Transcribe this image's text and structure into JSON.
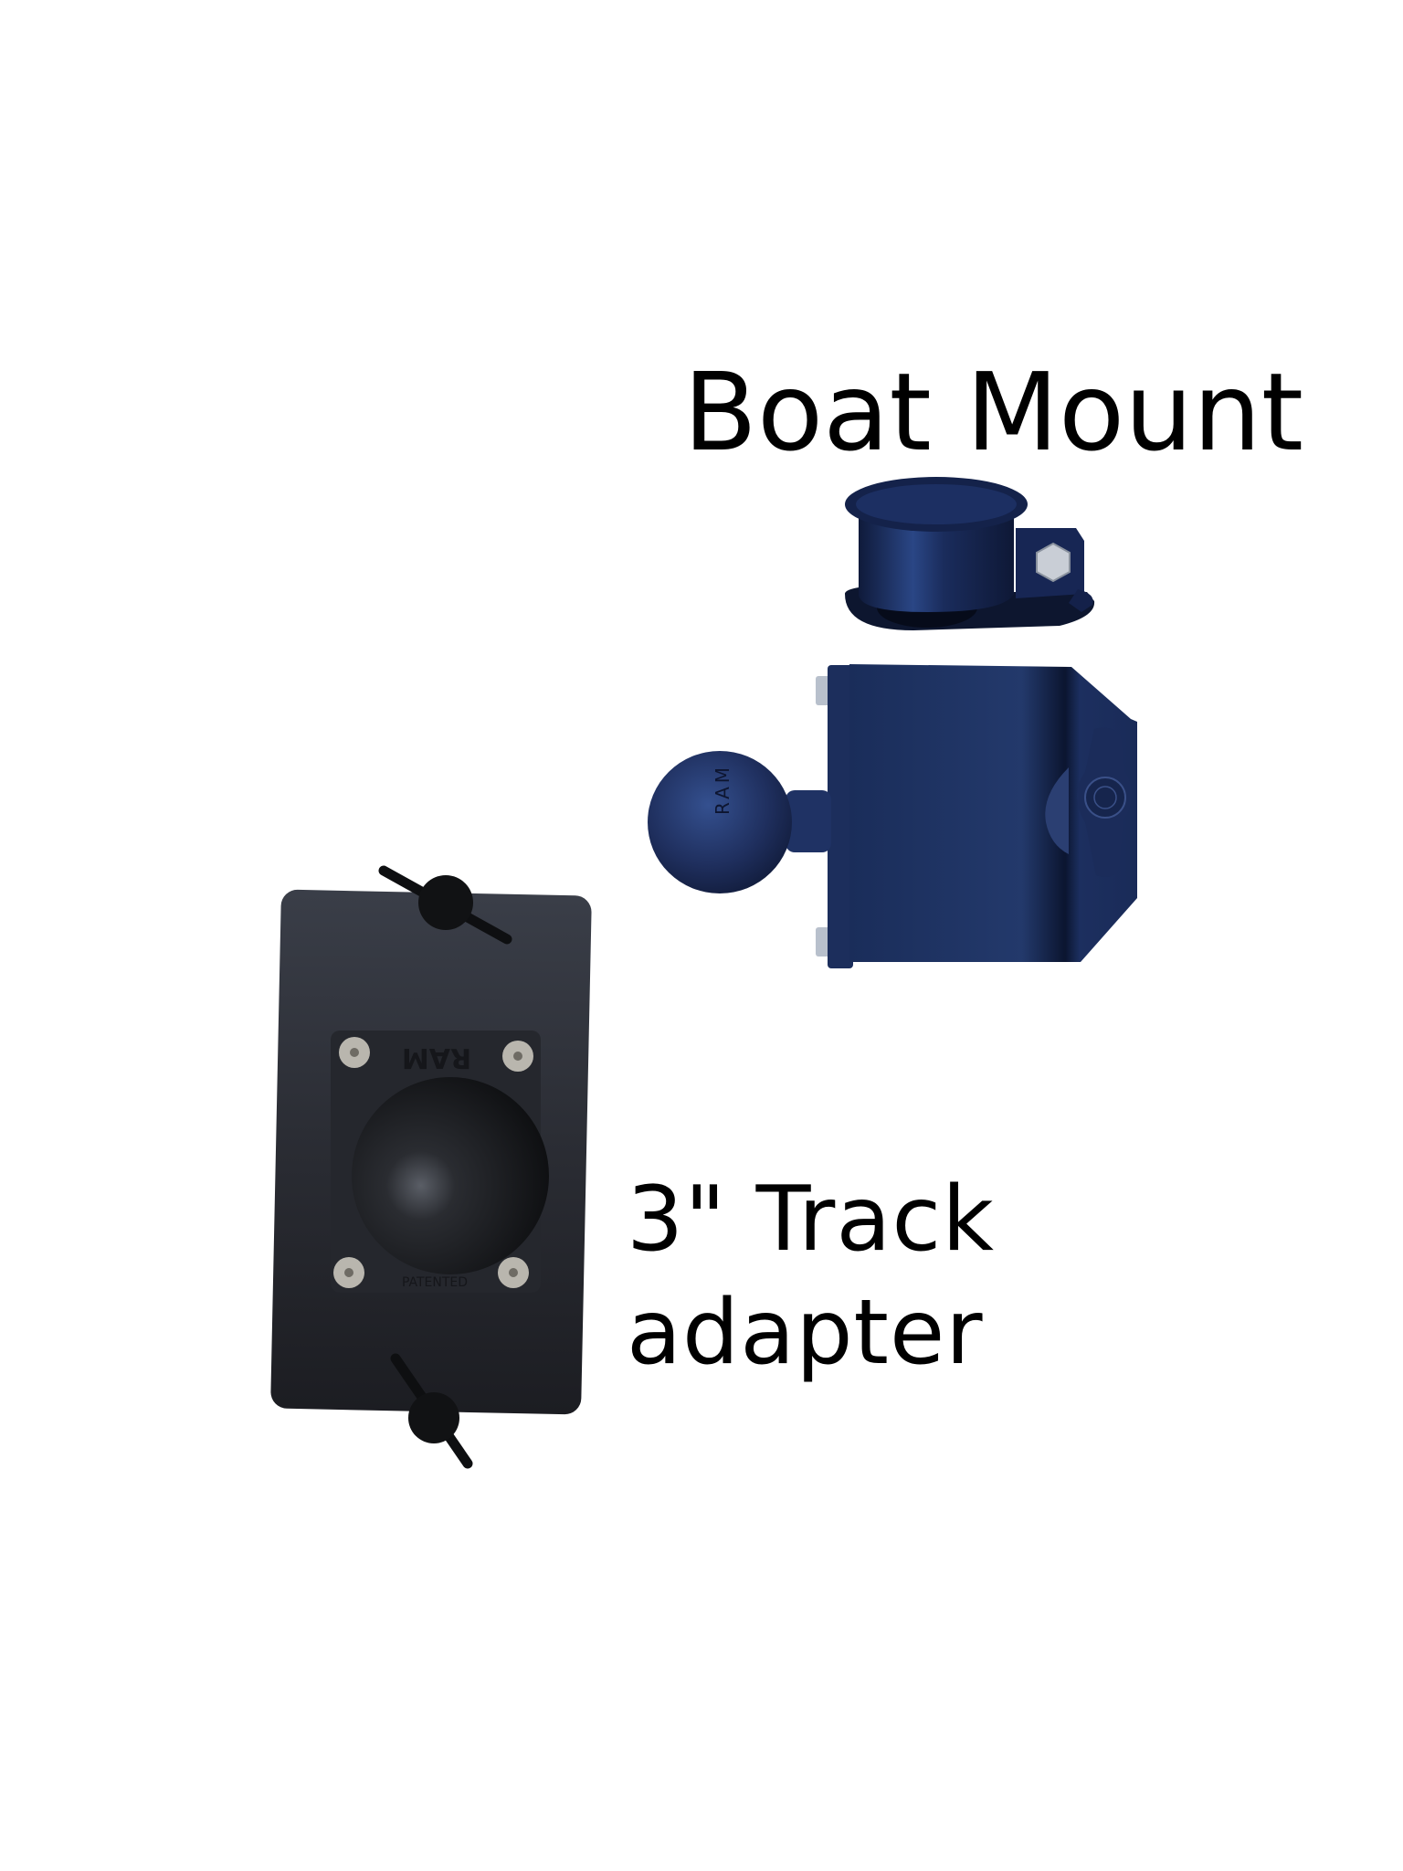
{
  "labels": {
    "boat_mount": "Boat Mount",
    "track_adapter_line1": "3\" Track",
    "track_adapter_line2": "adapter"
  },
  "products": {
    "boat_mount": {
      "ball_imprint": "RAM",
      "colors": {
        "body": "#21386a",
        "ball": "#1f2f5e",
        "clamp": "#1b2a55",
        "bolt": "#c9ced6",
        "stud": "#b8c0cc"
      }
    },
    "track_adapter": {
      "insert_imprint_top": "RAM",
      "insert_imprint_bottom": "PATENTED",
      "colors": {
        "plate": "#30333b",
        "insert": "#25272d",
        "ball": "#17181b",
        "screw": "#b9b6ae",
        "wingnut": "#111214"
      }
    }
  },
  "background": "#ffffff"
}
